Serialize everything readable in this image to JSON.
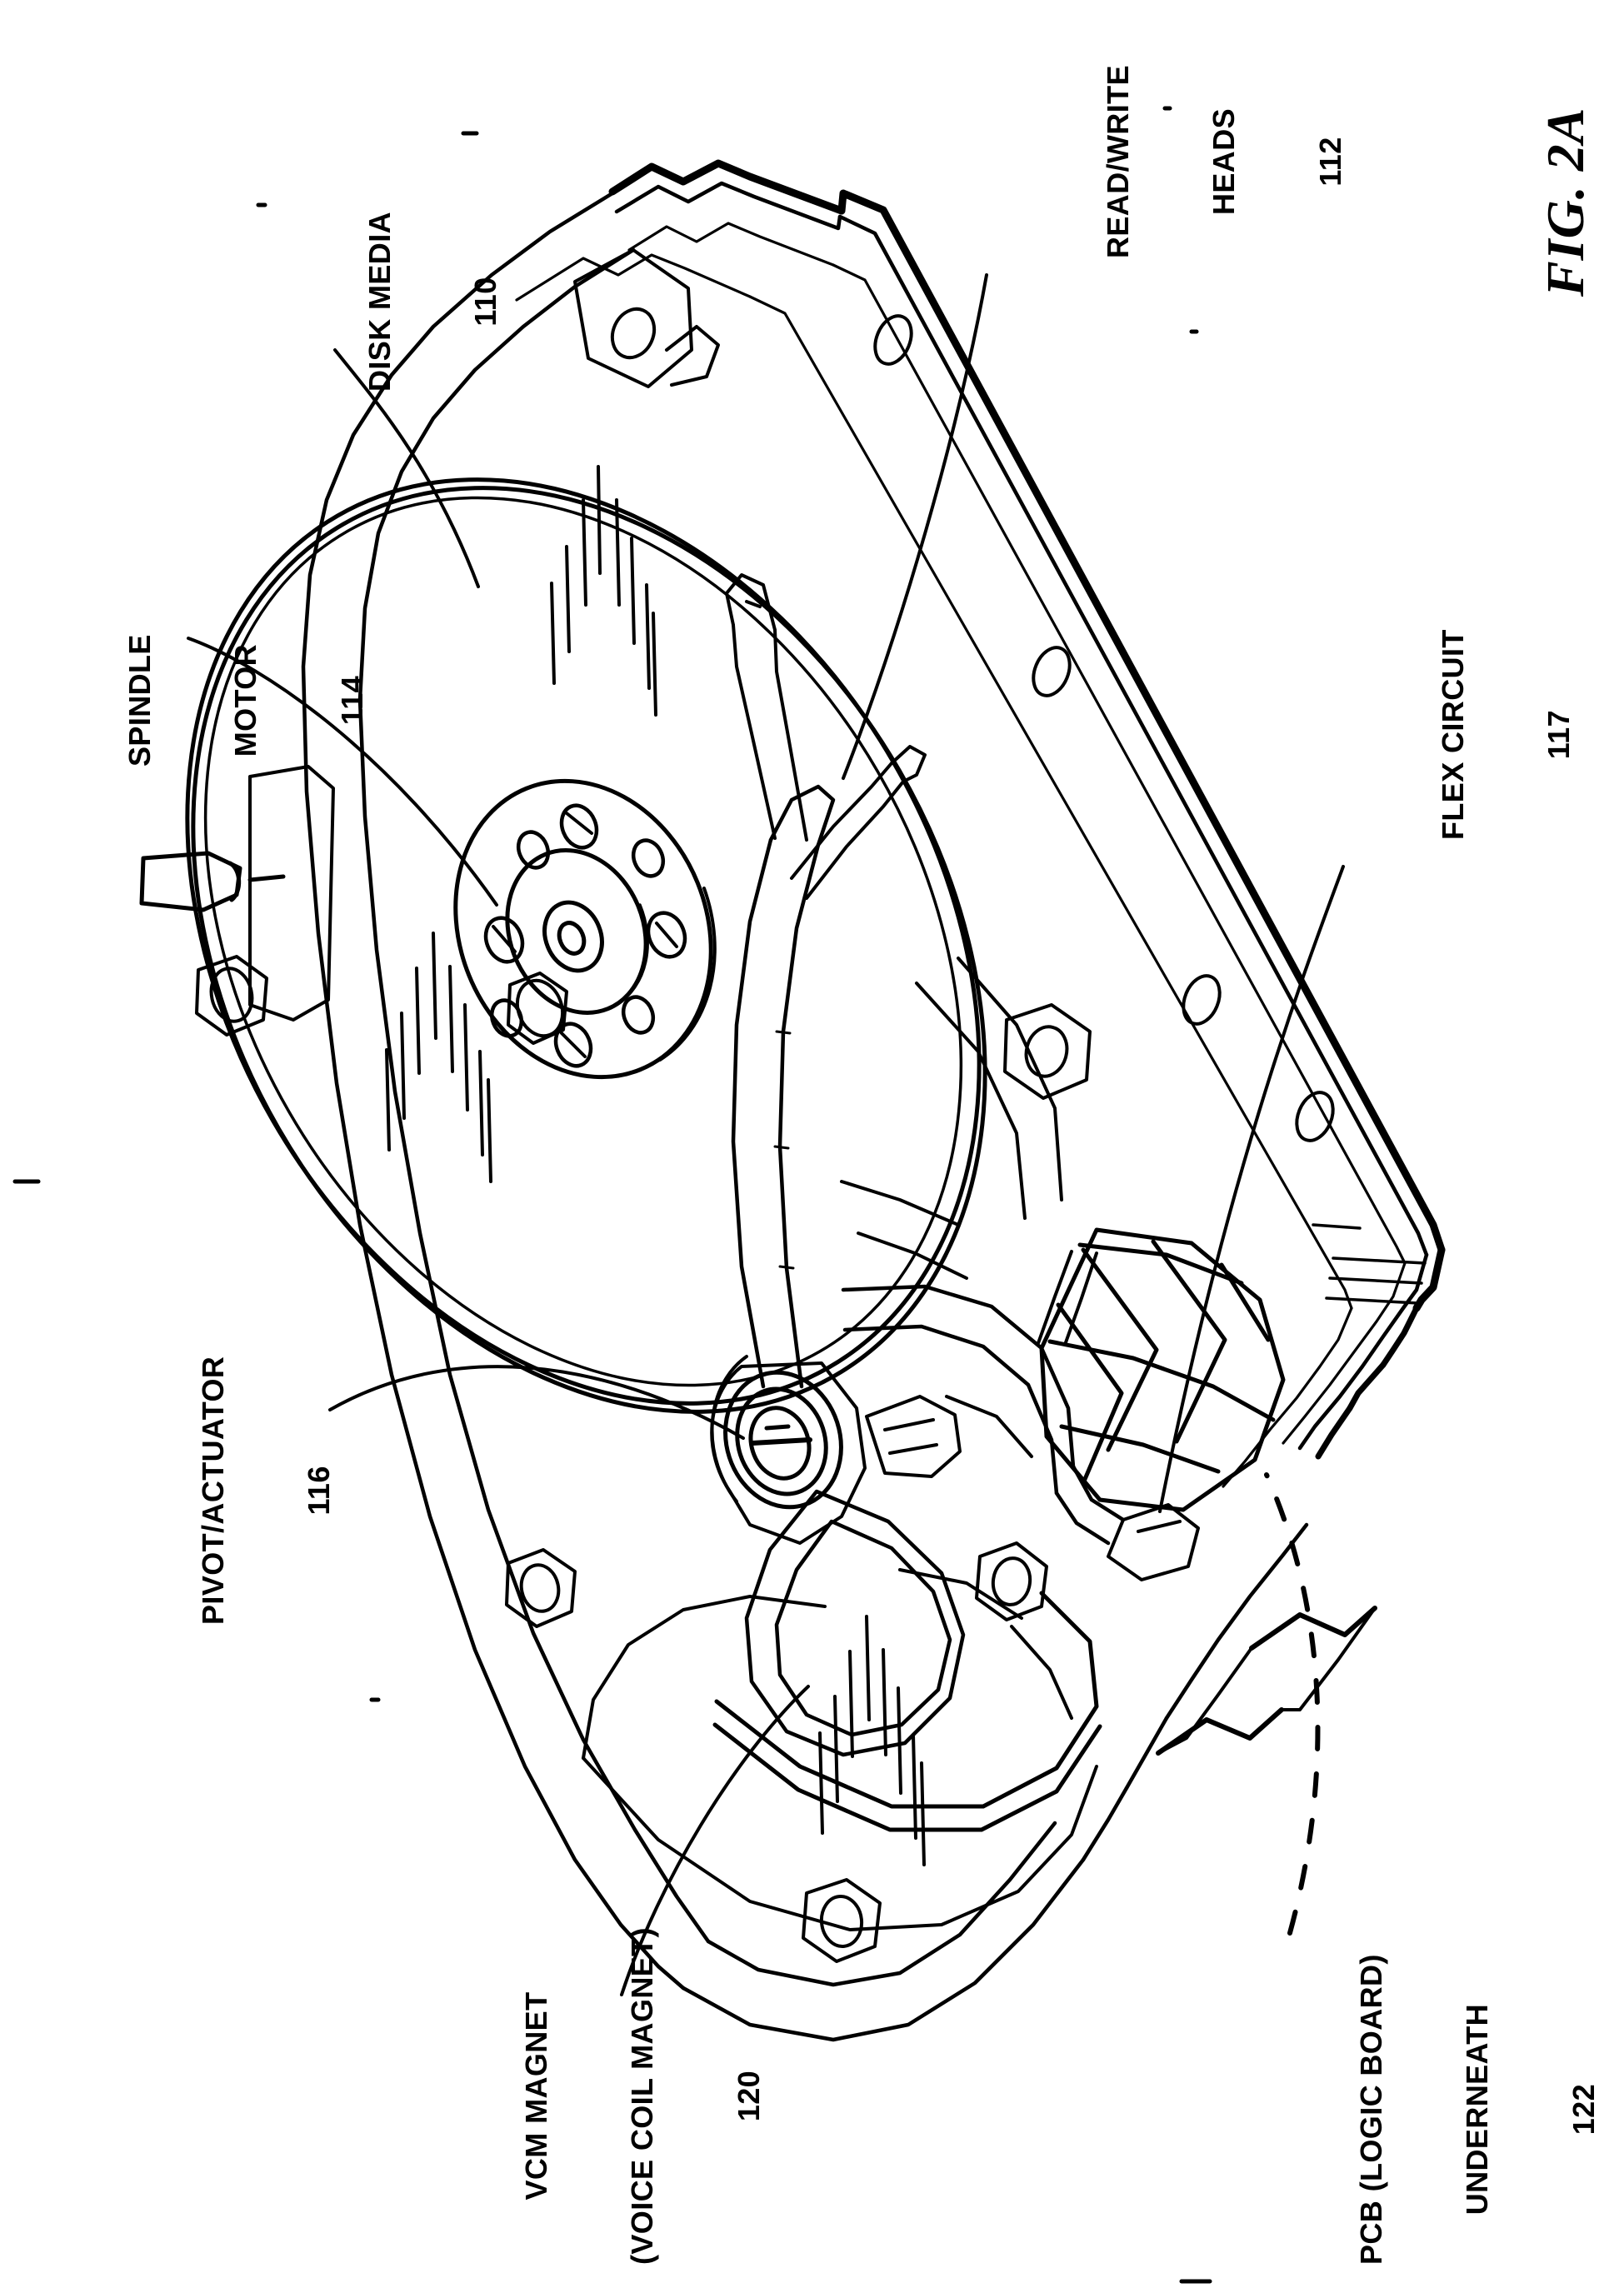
{
  "figure": {
    "label": "FIG. 2A",
    "subject": "exploded-free perspective view of a hard disk drive with cover removed",
    "orientation": "landscape drawing rotated 90 degrees on a portrait page"
  },
  "callouts": [
    {
      "id": "disk-media",
      "lines": [
        "DISK MEDIA",
        "110"
      ],
      "ref_number": "110",
      "name": "DISK MEDIA"
    },
    {
      "id": "read-write-heads",
      "lines": [
        "READ/WRITE",
        "HEADS",
        "112"
      ],
      "ref_number": "112",
      "name": "READ/WRITE HEADS"
    },
    {
      "id": "spindle-motor",
      "lines": [
        "SPINDLE",
        "MOTOR",
        "114"
      ],
      "ref_number": "114",
      "name": "SPINDLE MOTOR"
    },
    {
      "id": "pivot-actuator",
      "lines": [
        "PIVOT/ACTUATOR",
        "116"
      ],
      "ref_number": "116",
      "name": "PIVOT/ACTUATOR"
    },
    {
      "id": "flex-circuit",
      "lines": [
        "FLEX CIRCUIT",
        "117"
      ],
      "ref_number": "117",
      "name": "FLEX CIRCUIT"
    },
    {
      "id": "vcm-magnet",
      "lines": [
        "VCM MAGNET",
        "(VOICE COIL MAGNET)",
        "120"
      ],
      "ref_number": "120",
      "name": "VCM MAGNET (VOICE COIL MAGNET)"
    },
    {
      "id": "pcb-logic-board",
      "lines": [
        "PCB (LOGIC BOARD)",
        "UNDERNEATH",
        "122"
      ],
      "ref_number": "122",
      "name": "PCB (LOGIC BOARD) UNDERNEATH"
    }
  ],
  "colors": {
    "ink": "#000000",
    "paper": "#ffffff"
  }
}
